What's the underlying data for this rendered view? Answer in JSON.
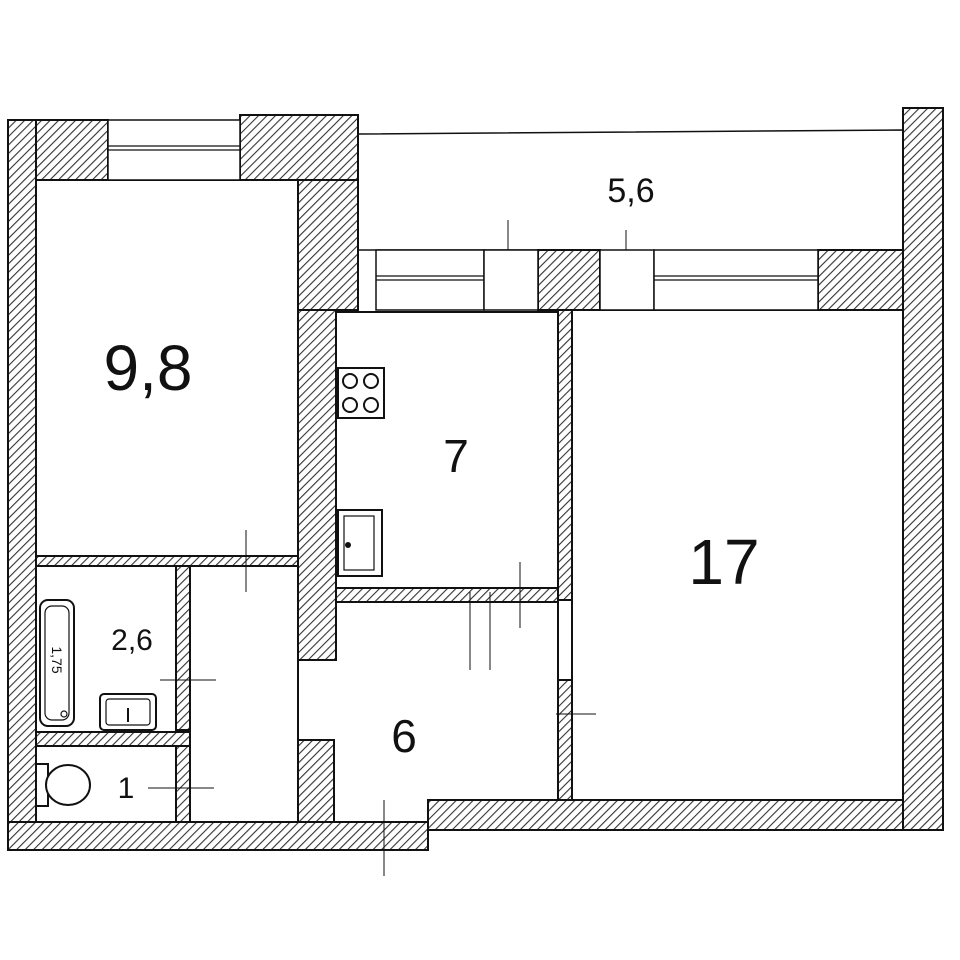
{
  "rooms": {
    "bedroom_area": "9,8",
    "balcony_area": "5,6",
    "kitchen_area": "7",
    "living_room_area": "17",
    "bathroom_area": "2,6",
    "toilet_area": "1",
    "hallway_area": "6"
  },
  "fixtures": {
    "bathtub_length": "1,75"
  },
  "colors": {
    "walls": "#111111",
    "background": "#ffffff"
  },
  "icons": [
    "stove-icon",
    "sink-icon",
    "bathtub-icon",
    "washbasin-icon",
    "toilet-icon"
  ]
}
